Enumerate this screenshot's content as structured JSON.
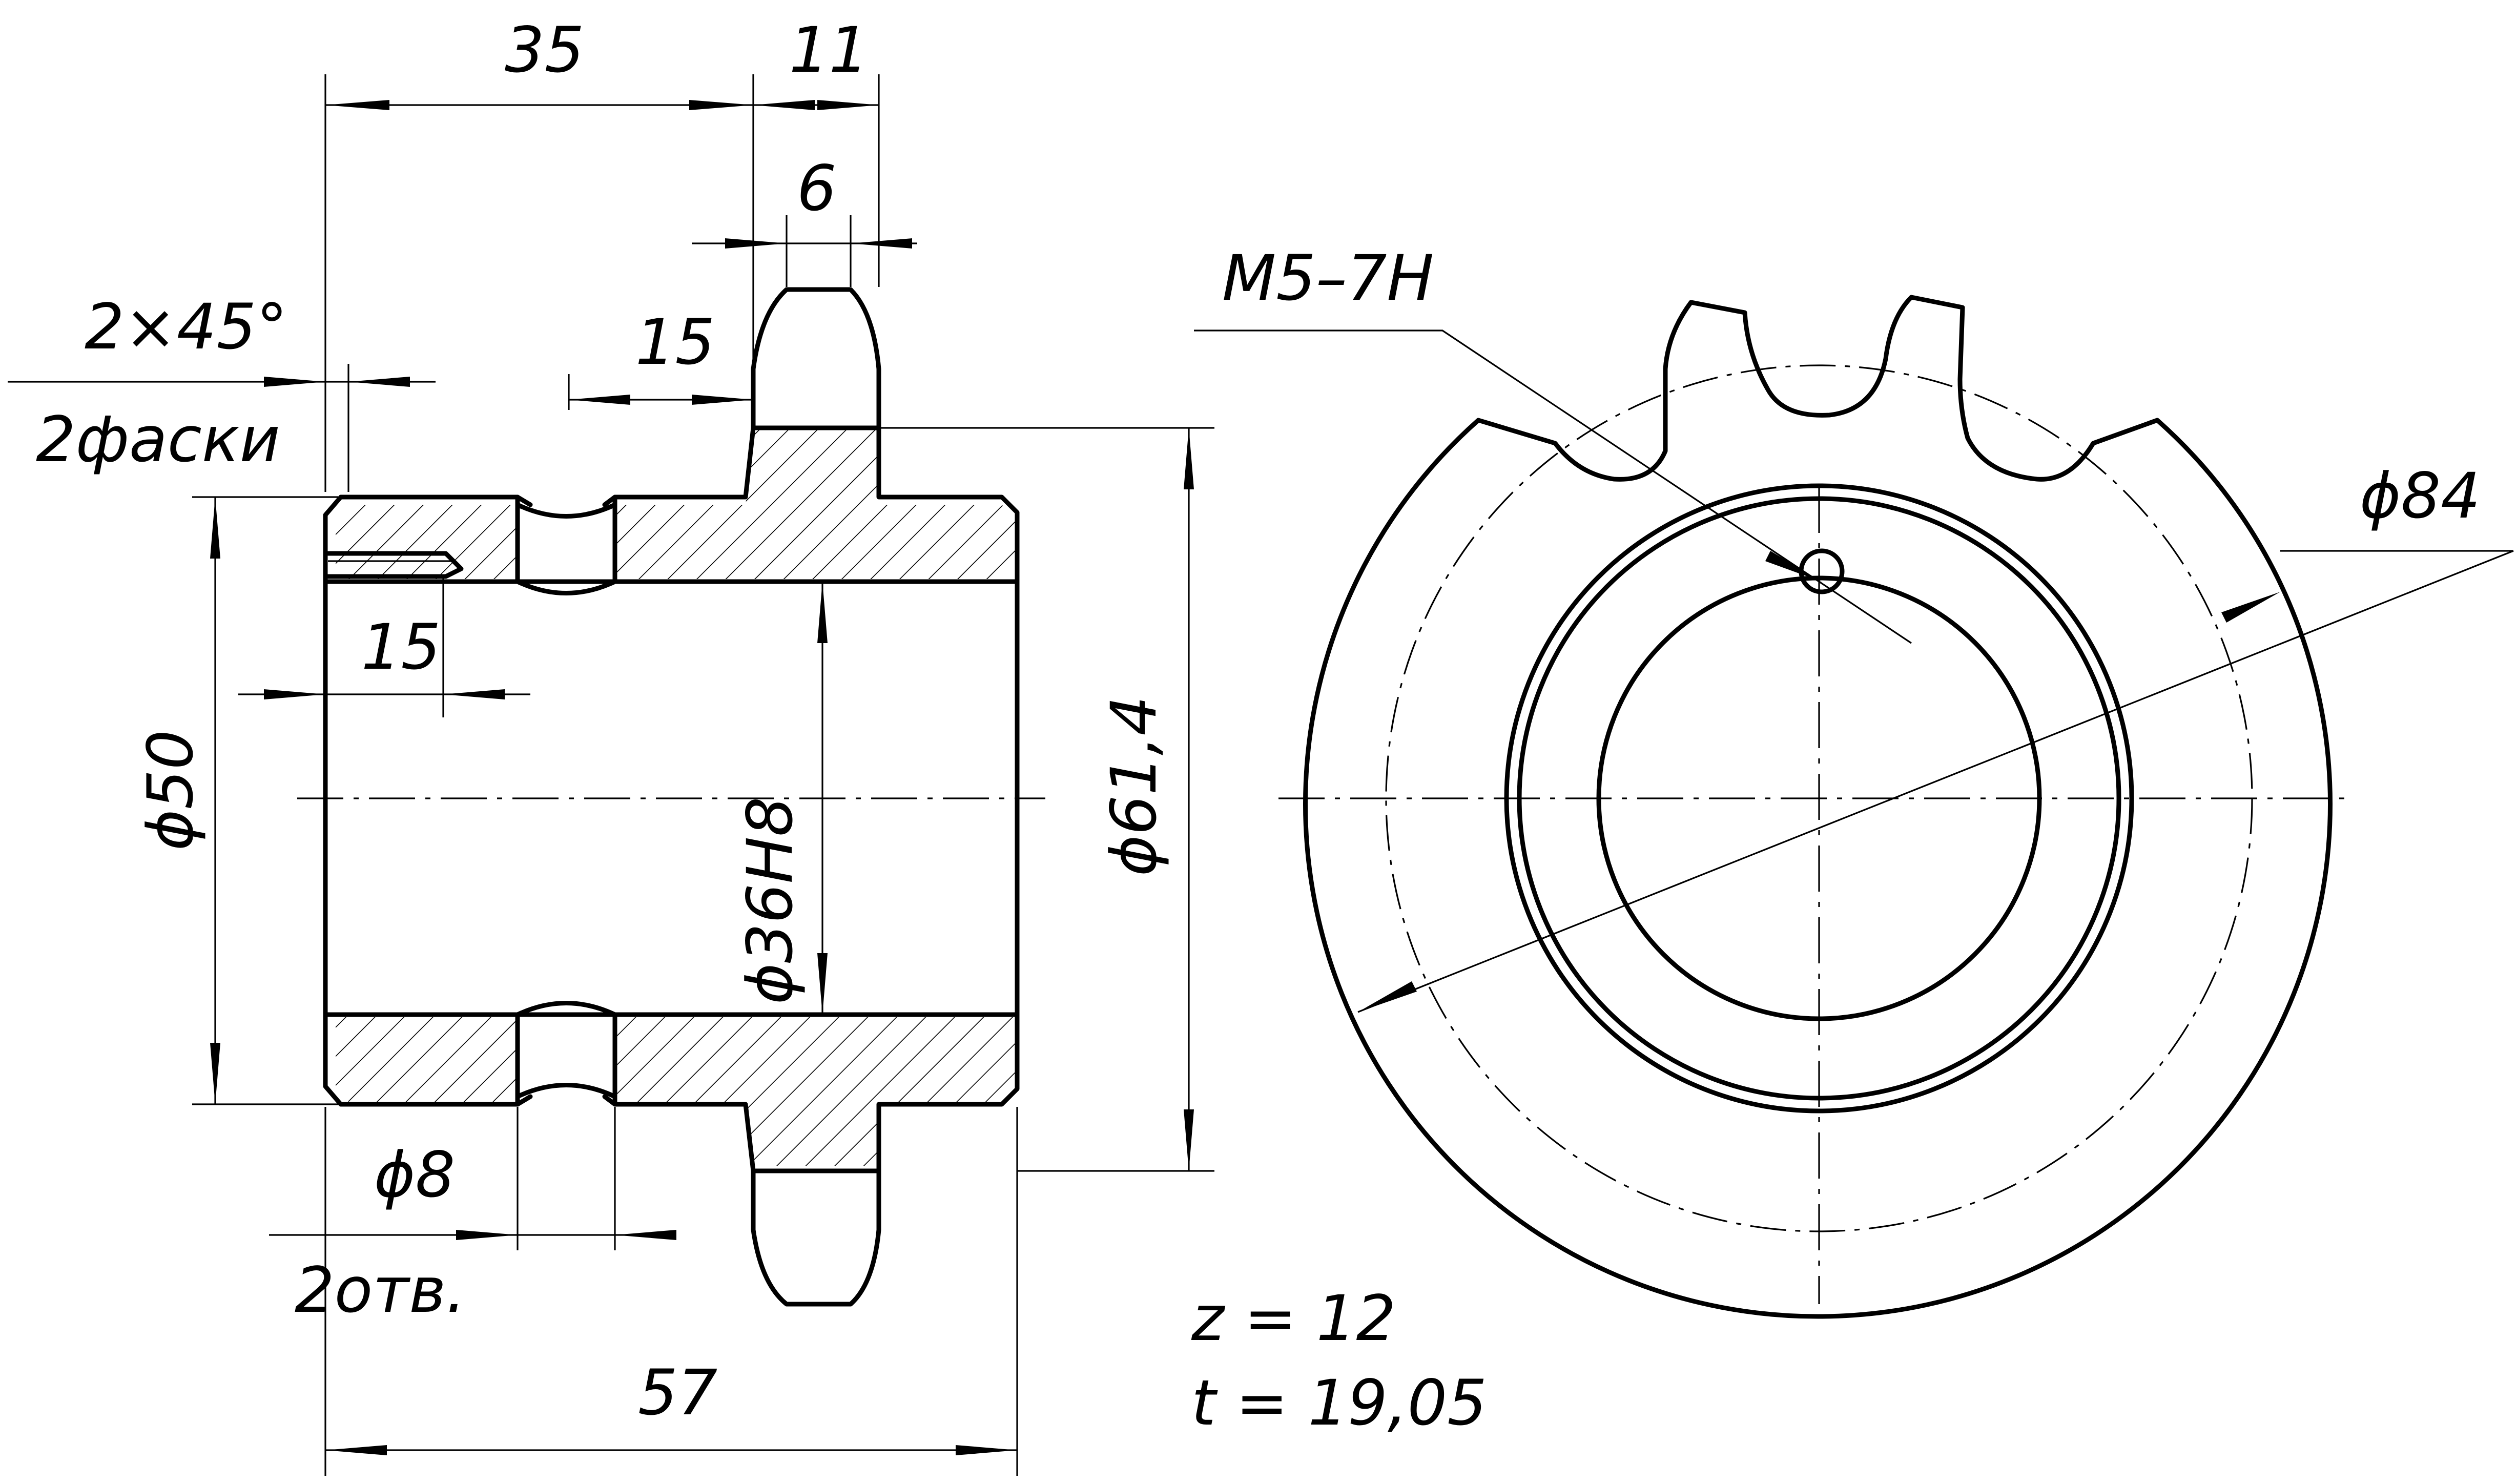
{
  "dimensions": {
    "d35": "35",
    "d11": "11",
    "d6": "6",
    "d15_top": "15",
    "chamfer": "2×45°",
    "chamfer_note": "2фаски",
    "d15_left": "15",
    "d50": "ϕ50",
    "d36": "ϕ36H8",
    "d614": "ϕ61,4",
    "d8": "ϕ8",
    "holes_note": "2отв.",
    "d57": "57",
    "thread": "M5–7H",
    "d84": "ϕ84"
  },
  "parameters": {
    "teeth": "z = 12",
    "pitch": "t = 19,05"
  }
}
